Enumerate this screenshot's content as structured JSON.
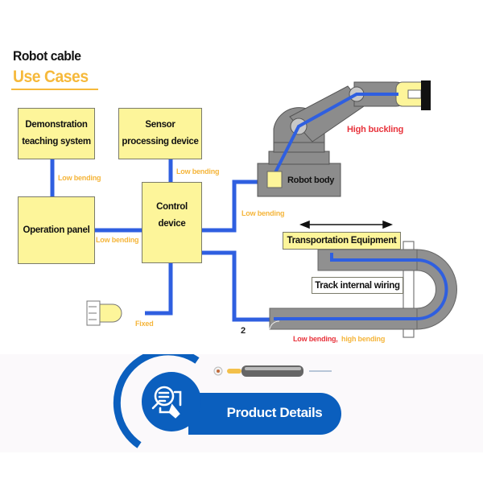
{
  "header": {
    "title": "Robot cable",
    "subtitle": "Use Cases"
  },
  "diagram": {
    "boxes": {
      "demonstration": [
        "Demonstration",
        "teaching system"
      ],
      "sensor": [
        "Sensor",
        "processing device"
      ],
      "operation_panel": "Operation panel",
      "control_device": [
        "Control",
        "device"
      ],
      "robot_body": "Robot body",
      "transportation_equipment": "Transportation Equipment",
      "track_internal_wiring": "Track internal wiring"
    },
    "labels": {
      "demo_link": "Low bending",
      "sensor_link": "Low bending",
      "operation_link": "Low bending",
      "robot_link": "Low bending",
      "connector_link": "Fixed",
      "robot_arm": "High buckling",
      "track_low": "Low bending,",
      "track_high": "high bending",
      "page_marker": "2"
    },
    "colors": {
      "box_fill": "#fdf59a",
      "cable": "#2f5fe0",
      "machine_grey": "#8c8c8c",
      "label_orange": "#f5b53a",
      "label_red": "#e8333c"
    }
  },
  "banner": {
    "button_label": "Product Details",
    "icon": "search-document-icon",
    "accent": "#0b5fbe"
  }
}
